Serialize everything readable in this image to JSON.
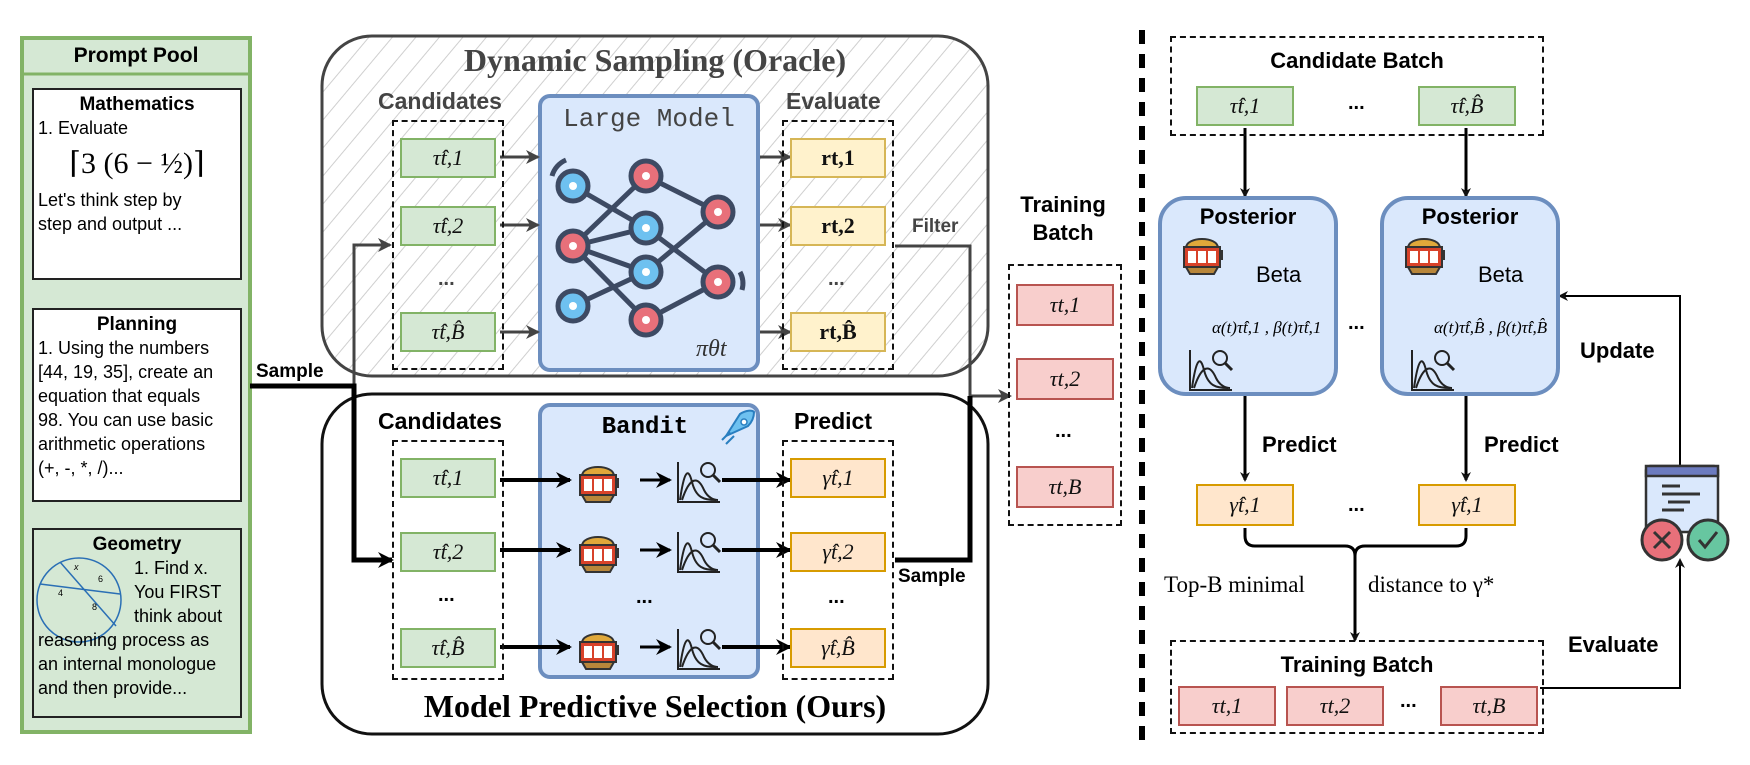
{
  "prompt_pool": {
    "title": "Prompt Pool",
    "cards": [
      {
        "title": "Mathematics",
        "lines": [
          "1. Evaluate",
          "⌈3 (6 − ½)⌉",
          "Let's think step by",
          "step and output ..."
        ]
      },
      {
        "title": "Planning",
        "lines": [
          "1. Using the numbers",
          "[44, 19, 35], create an",
          "equation that equals",
          "98. You can use basic",
          "arithmetic operations",
          "(+, -, *, /)..."
        ]
      },
      {
        "title": "Geometry",
        "lines": [
          "1. Find x.",
          "You FIRST",
          "think about",
          "reasoning process as",
          "an internal monologue",
          "and then provide..."
        ],
        "figure_labels": [
          "x",
          "6",
          "4",
          "8"
        ]
      }
    ]
  },
  "edges": {
    "sample_left": "Sample",
    "filter": "Filter",
    "sample_right": "Sample"
  },
  "dynamic_sampling": {
    "title": "Dynamic Sampling (Oracle)",
    "candidates_label": "Candidates",
    "candidates": [
      "τ̂t,1",
      "τ̂t,2",
      "...",
      "τ̂t,B̂"
    ],
    "model_label": "Large Model",
    "policy_label": "πθt",
    "evaluate_label": "Evaluate",
    "rewards": [
      "rt,1",
      "rt,2",
      "...",
      "rt,B̂"
    ]
  },
  "mps": {
    "title": "Model Predictive Selection (Ours)",
    "candidates_label": "Candidates",
    "candidates": [
      "τ̂t,1",
      "τ̂t,2",
      "...",
      "τ̂t,B̂"
    ],
    "bandit_label": "Bandit",
    "bandit_dots": "...",
    "predict_label": "Predict",
    "predictions": [
      "γ̂t,1",
      "γ̂t,2",
      "...",
      "γ̂t,B̂"
    ]
  },
  "training_batch_mid": {
    "title_line1": "Training",
    "title_line2": "Batch",
    "items": [
      "τt,1",
      "τt,2",
      "...",
      "τt,B"
    ]
  },
  "right_panel": {
    "candidate_batch": {
      "title": "Candidate Batch",
      "items": [
        "τ̂t,1",
        "...",
        "τ̂t,B̂"
      ]
    },
    "posteriors": [
      {
        "title": "Posterior",
        "dist": "Beta",
        "params": "α(t)τ̂t,1 , β(t)τ̂t,1"
      },
      {
        "title": "Posterior",
        "dist": "Beta",
        "params": "α(t)τ̂t,B̂ , β(t)τ̂t,B̂"
      }
    ],
    "posterior_dots": "...",
    "predict_label": "Predict",
    "predictions": [
      "γ̂t,1",
      "...",
      "γ̂t,1"
    ],
    "selection_left": "Top-B minimal",
    "selection_right": "distance to γ*",
    "training_batch": {
      "title": "Training Batch",
      "items": [
        "τt,1",
        "τt,2",
        "...",
        "τt,B"
      ]
    },
    "update_label": "Update",
    "evaluate_label": "Evaluate"
  },
  "colors": {
    "green_fill": "#d5e8d4",
    "green_stroke": "#82b366",
    "blue_fill": "#dae8fc",
    "blue_stroke": "#6c8ebf",
    "yellow_fill": "#fff2cc",
    "orange_fill": "#ffe6cc",
    "red_fill": "#f8cecc",
    "red_stroke": "#b85450",
    "node_red": "#e8707a",
    "node_blue": "#6ec1f0"
  }
}
